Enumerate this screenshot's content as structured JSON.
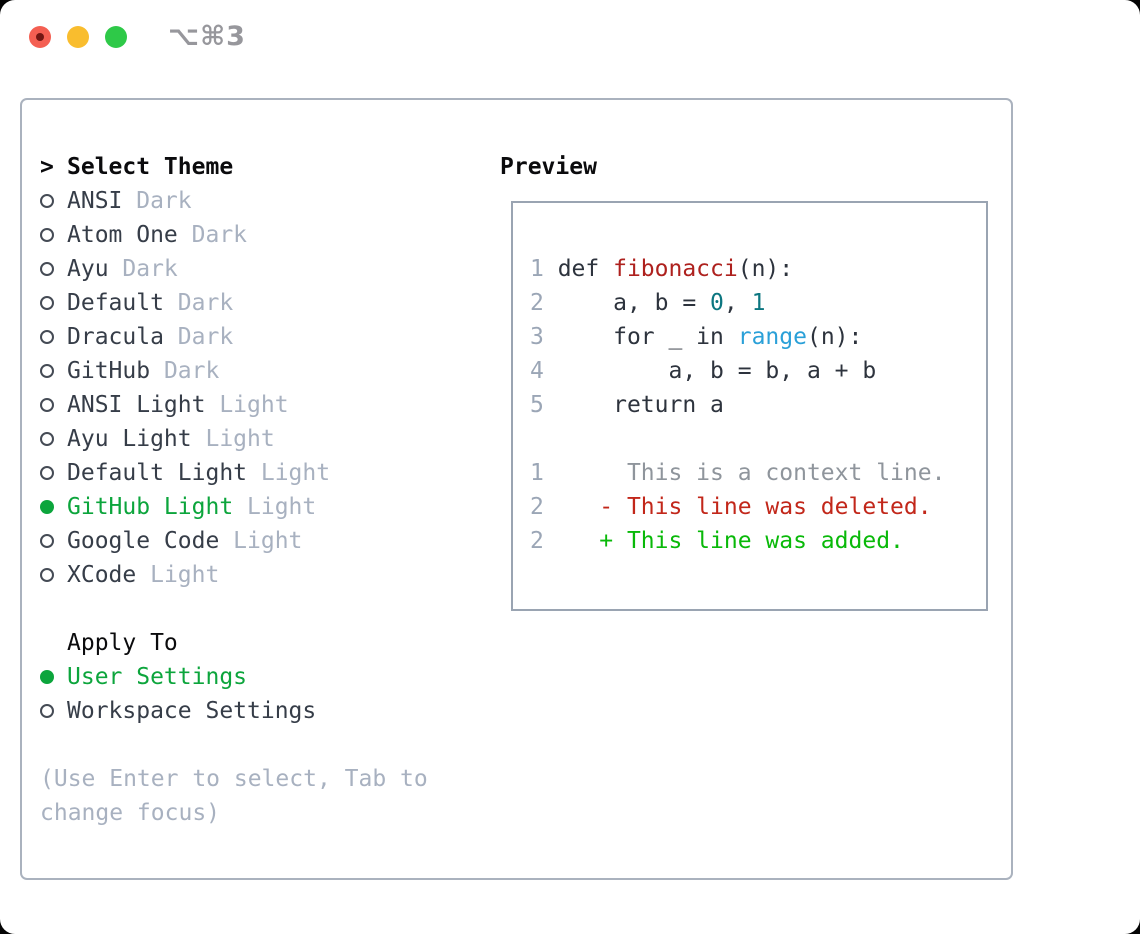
{
  "titlebar": {
    "shortcut": "⌥⌘3"
  },
  "theme_picker": {
    "heading_prefix": ">",
    "heading": "Select Theme",
    "items": [
      {
        "label": "ANSI",
        "tag": "Dark",
        "selected": false
      },
      {
        "label": "Atom One",
        "tag": "Dark",
        "selected": false
      },
      {
        "label": "Ayu",
        "tag": "Dark",
        "selected": false
      },
      {
        "label": "Default",
        "tag": "Dark",
        "selected": false
      },
      {
        "label": "Dracula",
        "tag": "Dark",
        "selected": false
      },
      {
        "label": "GitHub",
        "tag": "Dark",
        "selected": false
      },
      {
        "label": "ANSI Light",
        "tag": "Light",
        "selected": false
      },
      {
        "label": "Ayu Light",
        "tag": "Light",
        "selected": false
      },
      {
        "label": "Default Light",
        "tag": "Light",
        "selected": false
      },
      {
        "label": "GitHub Light",
        "tag": "Light",
        "selected": true
      },
      {
        "label": "Google Code",
        "tag": "Light",
        "selected": false
      },
      {
        "label": "XCode",
        "tag": "Light",
        "selected": false
      }
    ],
    "apply_heading": "Apply To",
    "apply_options": [
      {
        "label": "User Settings",
        "selected": true
      },
      {
        "label": "Workspace Settings",
        "selected": false
      }
    ],
    "hint_line1": "(Use Enter to select, Tab to",
    "hint_line2": "change focus)"
  },
  "preview": {
    "heading": "Preview",
    "lines": [
      {
        "num": "1",
        "tokens": [
          {
            "t": "def ",
            "c": "code"
          },
          {
            "t": "fibonacci",
            "c": "func"
          },
          {
            "t": "(n):",
            "c": "code"
          }
        ]
      },
      {
        "num": "2",
        "tokens": [
          {
            "t": "    a, b = ",
            "c": "code"
          },
          {
            "t": "0",
            "c": "num"
          },
          {
            "t": ", ",
            "c": "code"
          },
          {
            "t": "1",
            "c": "num"
          }
        ]
      },
      {
        "num": "3",
        "tokens": [
          {
            "t": "    for _ in ",
            "c": "code"
          },
          {
            "t": "range",
            "c": "builtin"
          },
          {
            "t": "(n):",
            "c": "code"
          }
        ]
      },
      {
        "num": "4",
        "tokens": [
          {
            "t": "        a, b = b, a + b",
            "c": "code"
          }
        ]
      },
      {
        "num": "5",
        "tokens": [
          {
            "t": "    return a",
            "c": "code"
          }
        ]
      },
      {
        "num": "",
        "tokens": []
      },
      {
        "num": "1",
        "tokens": [
          {
            "t": "     This is a context line.",
            "c": "ctx"
          }
        ]
      },
      {
        "num": "2",
        "tokens": [
          {
            "t": "   ",
            "c": "code"
          },
          {
            "t": "- This line was deleted.",
            "c": "del"
          }
        ]
      },
      {
        "num": "2",
        "tokens": [
          {
            "t": "   ",
            "c": "code"
          },
          {
            "t": "+ This line was added.",
            "c": "add"
          }
        ]
      }
    ]
  },
  "colors": {
    "accent-green": "#0ca53c",
    "added-green": "#09b909",
    "deleted-red": "#c2271a",
    "function-red": "#ae211e",
    "number-teal": "#0c7680",
    "builtin-blue": "#2aa0d8",
    "context-gray": "#8f959c",
    "muted": "#a8b1c0",
    "item-text": "#363d48",
    "heading-text": "#0b0b0d",
    "code-text": "#2d333d",
    "gutter": "#9ba6b6",
    "panel-border": "#aab2be",
    "preview-border": "#9aa4b2",
    "titlebar-gray": "#97979c",
    "traffic-red": "#f45f52",
    "traffic-red-dot": "#721713",
    "traffic-yellow": "#f9bd2e",
    "traffic-green": "#2ec948"
  }
}
